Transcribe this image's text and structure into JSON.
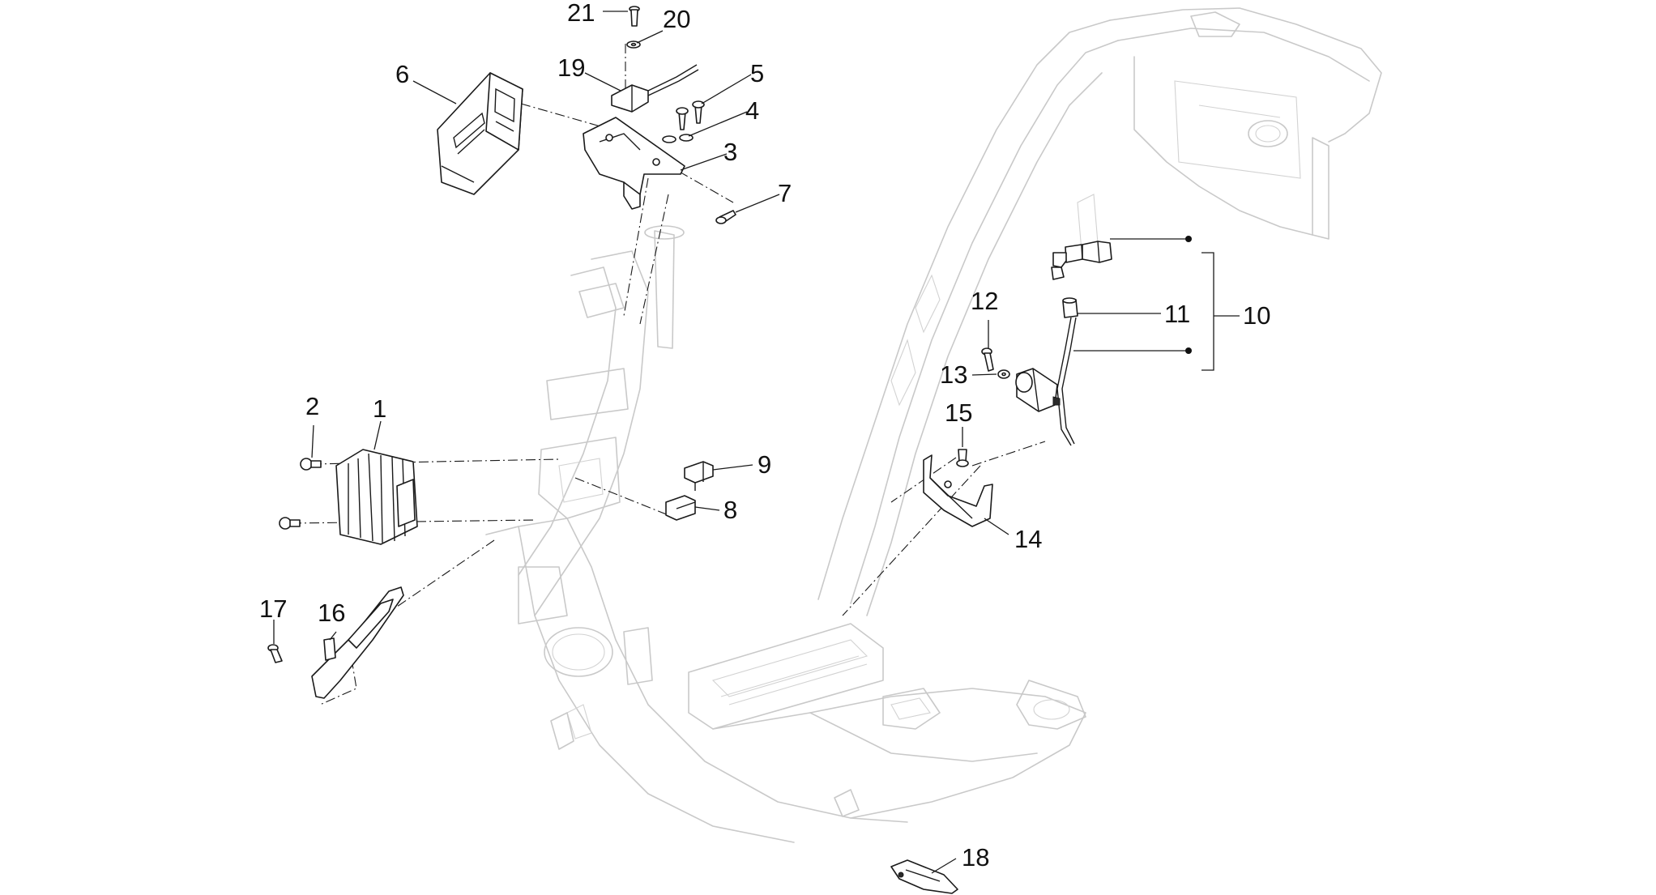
{
  "diagram": {
    "callouts": [
      {
        "id": "1",
        "label": "1"
      },
      {
        "id": "2",
        "label": "2"
      },
      {
        "id": "3",
        "label": "3"
      },
      {
        "id": "4",
        "label": "4"
      },
      {
        "id": "5",
        "label": "5"
      },
      {
        "id": "6",
        "label": "6"
      },
      {
        "id": "7",
        "label": "7"
      },
      {
        "id": "8",
        "label": "8"
      },
      {
        "id": "9",
        "label": "9"
      },
      {
        "id": "10",
        "label": "10"
      },
      {
        "id": "11",
        "label": "11"
      },
      {
        "id": "12",
        "label": "12"
      },
      {
        "id": "13",
        "label": "13"
      },
      {
        "id": "14",
        "label": "14"
      },
      {
        "id": "15",
        "label": "15"
      },
      {
        "id": "16",
        "label": "16"
      },
      {
        "id": "17",
        "label": "17"
      },
      {
        "id": "18",
        "label": "18"
      },
      {
        "id": "19",
        "label": "19"
      },
      {
        "id": "20",
        "label": "20"
      },
      {
        "id": "21",
        "label": "21"
      }
    ]
  }
}
